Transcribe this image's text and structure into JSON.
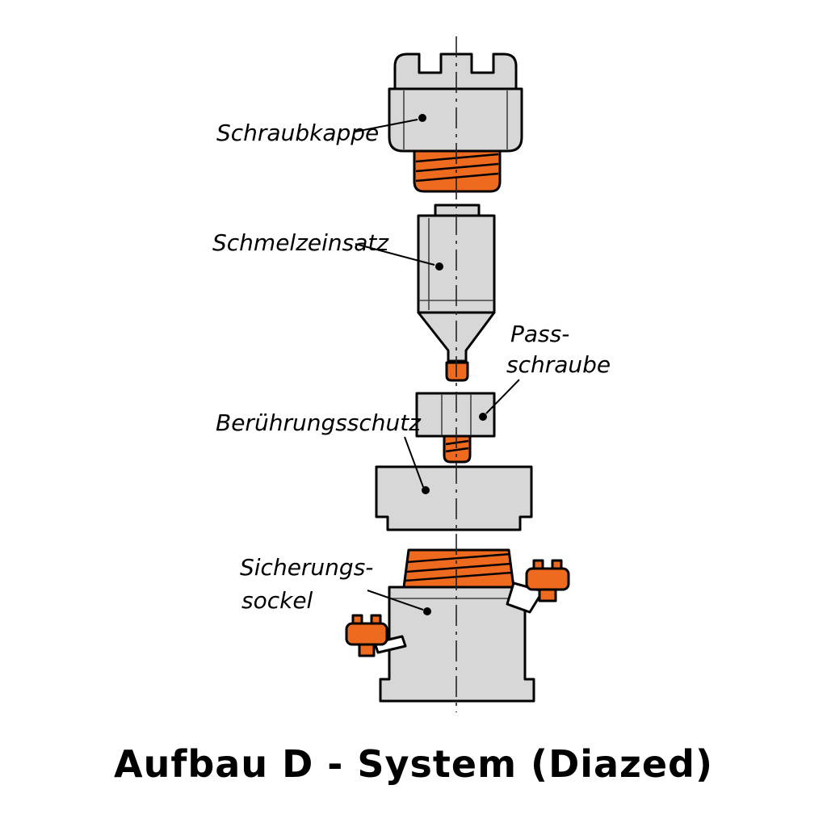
{
  "title": "Aufbau D - System (Diazed)",
  "parts": {
    "schraubkappe": {
      "label": "Schraubkappe"
    },
    "schmelzeinsatz": {
      "label": "Schmelzeinsatz"
    },
    "passschraube": {
      "label_line1": "Pass-",
      "label_line2": "schraube"
    },
    "beruehrungsschutz": {
      "label": "Berührungsschutz"
    },
    "sicherungssockel": {
      "label_line1": "Sicherungs-",
      "label_line2": "sockel"
    }
  },
  "colors": {
    "part_gray": "#d7d7d7",
    "thread_orange": "#ee6a1f",
    "outline_black": "#000000",
    "background": "#ffffff"
  }
}
